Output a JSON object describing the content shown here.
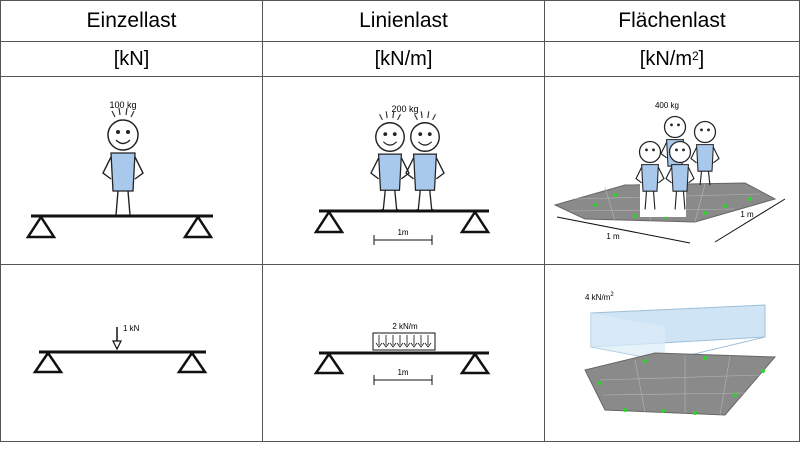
{
  "headers": [
    "Einzellast",
    "Linienlast",
    "Flächenlast"
  ],
  "units": {
    "point": "[kN]",
    "line": "[kN/m]",
    "area_base": "[kN/m",
    "area_exp": "2",
    "area_close": "]"
  },
  "people": {
    "point": {
      "mass_label": "100 kg",
      "count": 1
    },
    "line": {
      "mass_label": "200 kg",
      "count": 2,
      "span_label": "1m"
    },
    "area": {
      "mass_label": "400 kg",
      "count": 4,
      "side_label_x": "1 m",
      "side_label_y": "1 m"
    }
  },
  "loads": {
    "point": {
      "label": "1 kN"
    },
    "line": {
      "label": "2 kN/m",
      "span_label": "1m"
    },
    "area": {
      "label_base": "4 kN/m",
      "label_exp": "2"
    }
  },
  "colors": {
    "apron": "#a9c9ec",
    "plate": "#8a8a8a",
    "support_green": "#2fd12f",
    "load_box": "#cfe4f5",
    "grid_line": "#555555"
  }
}
